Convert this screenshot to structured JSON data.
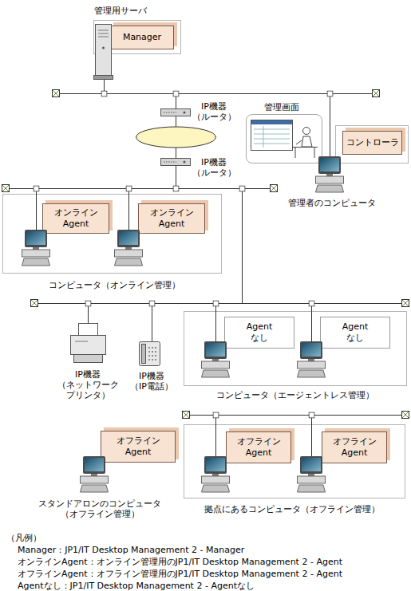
{
  "diagram": {
    "nodes": [
      {
        "text": [
          "管理用サーバ"
        ]
      },
      {
        "text": [
          "Manager"
        ],
        "in": 0
      },
      {
        "text": [
          "管理画面"
        ]
      },
      {
        "text": [
          "管理者のコンピュータ"
        ]
      },
      {
        "text": [
          "コントローラ"
        ],
        "in": 3
      },
      {
        "text": [
          "コンピュータ（オンライン管理）"
        ]
      },
      {
        "text": [
          "オンライン Agent"
        ],
        "in": 5
      },
      {
        "text": [
          "オンライン Agent"
        ],
        "in": 5
      },
      {
        "text": [
          "コンピュータ（エージェントレス管理）"
        ]
      },
      {
        "text": [
          "Agent なし"
        ],
        "in": 8
      },
      {
        "text": [
          "Agent なし"
        ],
        "in": 8
      },
      {
        "text": [
          "オフライン Agent"
        ]
      },
      {
        "text": [
          "拠点にあるコンピュータ（オフライン管理）"
        ]
      },
      {
        "text": [
          "オフライン Agent"
        ],
        "in": 12
      },
      {
        "text": [
          "オフライン Agent"
        ],
        "in": 12
      }
    ],
    "labels": [
      "IP機器 （ルータ）",
      "IP機器 （ルータ）",
      "IP機器 （ネットワーク プリンタ）",
      "IP機器 （IP電話）",
      "スタンドアロンのコンピュータ （オフライン管理）",
      "（凡例）",
      "Manager：JP1/IT Desktop Management 2 - Manager",
      "オンラインAgent：オンライン管理用のJP1/IT Desktop Management 2 - Agent",
      "オフラインAgent：オフライン管理用のJP1/IT Desktop Management 2 - Agent",
      "Agentなし：JP1/IT Desktop Management 2 - Agentなし"
    ]
  }
}
